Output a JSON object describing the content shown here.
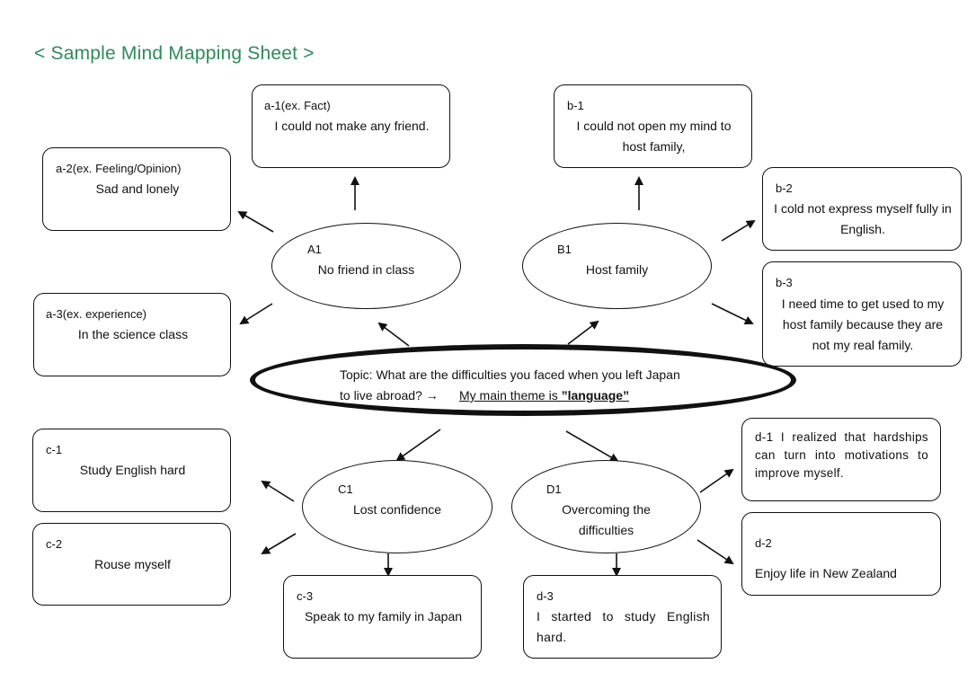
{
  "title": "< Sample Mind Mapping Sheet >",
  "colors": {
    "title": "#2e8b57",
    "stroke": "#111111"
  },
  "center": {
    "line1": "Topic: What are the difficulties you faced when you left Japan",
    "line2": "to live abroad?   →",
    "theme_prefix": "My main theme is ",
    "theme_word": "”language”"
  },
  "ovals": {
    "a1": {
      "label": "A1",
      "text": "No friend in class"
    },
    "b1": {
      "label": "B1",
      "text": "Host family"
    },
    "c1": {
      "label": "C1",
      "text": "Lost confidence"
    },
    "d1": {
      "label": "D1",
      "text_line1": "Overcoming the",
      "text_line2": "difficulties"
    }
  },
  "boxes": {
    "a1": {
      "label": "a-1(ex. Fact)",
      "text": "I could not make any friend."
    },
    "a2": {
      "label": "a-2(ex. Feeling/Opinion)",
      "text": "Sad and lonely"
    },
    "a3": {
      "label": "a-3(ex. experience)",
      "text": "In the science class"
    },
    "b1": {
      "label": "b-1",
      "text": "I could not open my mind to host family,"
    },
    "b2": {
      "label": "b-2",
      "text": "I cold not express myself fully in English."
    },
    "b3": {
      "label": "b-3",
      "text": "I need time to get used to my host family because they are not my real family."
    },
    "c1": {
      "label": "c-1",
      "text": "Study English hard"
    },
    "c2": {
      "label": "c-2",
      "text": "Rouse myself"
    },
    "c3": {
      "label": "c-3",
      "text": "Speak to my family in Japan"
    },
    "d1": {
      "label": "d-1",
      "text": "I realized that hardships can turn into motivations to improve myself."
    },
    "d2": {
      "label": "d-2",
      "text": "Enjoy life in New Zealand"
    },
    "d3": {
      "label": "d-3",
      "text": "I started to study English hard."
    }
  }
}
